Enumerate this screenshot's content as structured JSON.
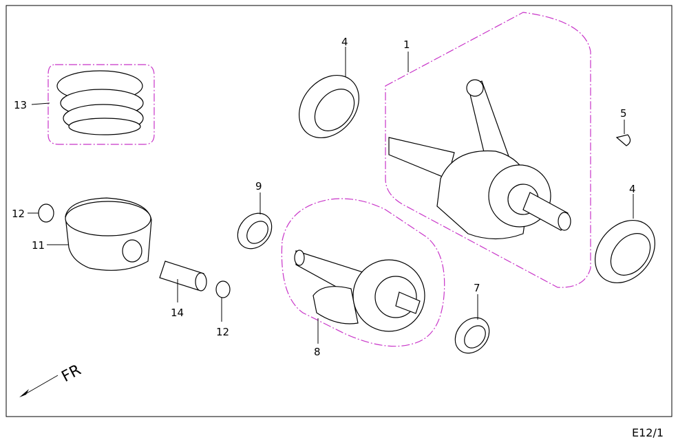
{
  "diagram": {
    "page_code": "E12/1",
    "direction_label": "FR",
    "group_color": "#c833c8",
    "callouts": [
      {
        "id": "crankshaft-assembly",
        "label": "1"
      },
      {
        "id": "bearing-top",
        "label": "4"
      },
      {
        "id": "bearing-right",
        "label": "4"
      },
      {
        "id": "key",
        "label": "5"
      },
      {
        "id": "bearing-small",
        "label": "7"
      },
      {
        "id": "balancer-shaft",
        "label": "8"
      },
      {
        "id": "bearing-mid",
        "label": "9"
      },
      {
        "id": "piston",
        "label": "11"
      },
      {
        "id": "clip-left",
        "label": "12"
      },
      {
        "id": "clip-right",
        "label": "12"
      },
      {
        "id": "piston-rings",
        "label": "13"
      },
      {
        "id": "piston-pin",
        "label": "14"
      }
    ]
  }
}
